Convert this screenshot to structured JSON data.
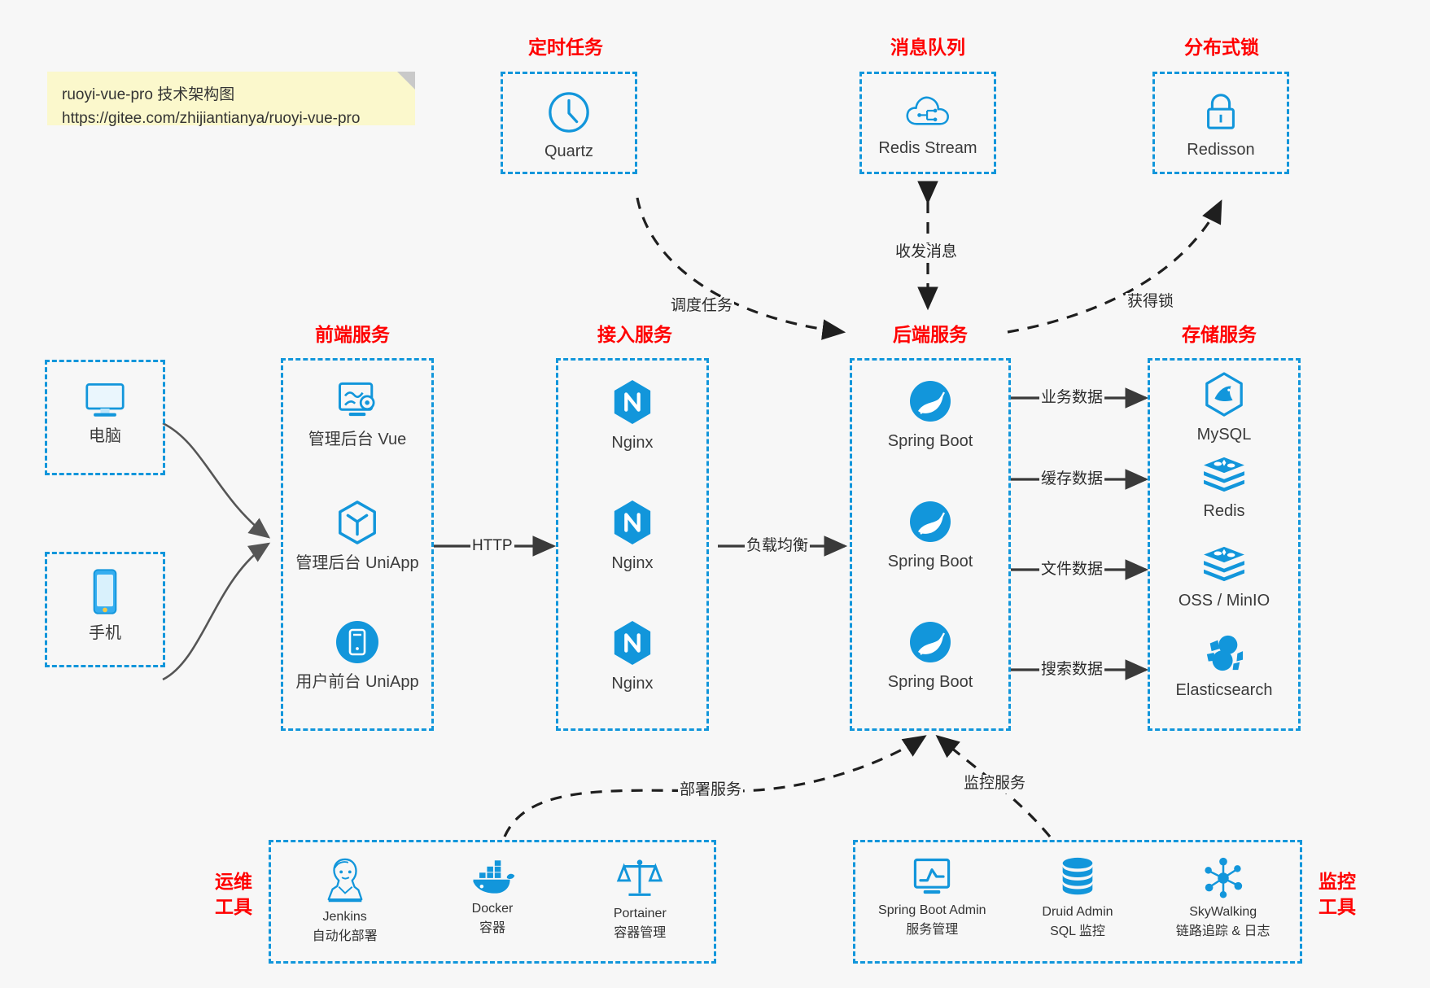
{
  "note": {
    "line1": "ruoyi-vue-pro 技术架构图",
    "line2": "https://gitee.com/zhijiantianya/ruoyi-vue-pro"
  },
  "colors": {
    "brand_blue": "#1296db",
    "group_red": "#ff0000",
    "text": "#333333",
    "background": "#f7f7f7",
    "wire": "#4d4d4d",
    "note_bg": "#fbf8cc"
  },
  "groups": {
    "scheduled_task": {
      "title": "定时任务",
      "nodes": [
        {
          "icon": "clock-icon",
          "label": "Quartz"
        }
      ]
    },
    "message_queue": {
      "title": "消息队列",
      "nodes": [
        {
          "icon": "cloud-stream-icon",
          "label": "Redis Stream"
        }
      ]
    },
    "distributed_lock": {
      "title": "分布式锁",
      "nodes": [
        {
          "icon": "lock-icon",
          "label": "Redisson"
        }
      ]
    },
    "clients": {
      "nodes": [
        {
          "icon": "desktop-icon",
          "label": "电脑"
        },
        {
          "icon": "mobile-icon",
          "label": "手机"
        }
      ]
    },
    "frontend": {
      "title": "前端服务",
      "nodes": [
        {
          "icon": "dashboard-icon",
          "label": "管理后台 Vue"
        },
        {
          "icon": "cube-icon",
          "label": "管理后台 UniApp"
        },
        {
          "icon": "app-icon",
          "label": "用户前台 UniApp"
        }
      ]
    },
    "gateway": {
      "title": "接入服务",
      "nodes": [
        {
          "icon": "nginx-icon",
          "label": "Nginx"
        },
        {
          "icon": "nginx-icon",
          "label": "Nginx"
        },
        {
          "icon": "nginx-icon",
          "label": "Nginx"
        }
      ]
    },
    "backend": {
      "title": "后端服务",
      "nodes": [
        {
          "icon": "spring-boot-icon",
          "label": "Spring Boot"
        },
        {
          "icon": "spring-boot-icon",
          "label": "Spring Boot"
        },
        {
          "icon": "spring-boot-icon",
          "label": "Spring Boot"
        }
      ]
    },
    "storage": {
      "title": "存储服务",
      "nodes": [
        {
          "icon": "mysql-icon",
          "label": "MySQL"
        },
        {
          "icon": "redis-icon",
          "label": "Redis"
        },
        {
          "icon": "redis-icon",
          "label": "OSS / MinIO"
        },
        {
          "icon": "elasticsearch-icon",
          "label": "Elasticsearch"
        }
      ]
    },
    "devops": {
      "title": "运维\n工具",
      "title_line1": "运维",
      "title_line2": "工具",
      "nodes": [
        {
          "icon": "jenkins-icon",
          "label": "Jenkins",
          "sublabel": "自动化部署"
        },
        {
          "icon": "docker-icon",
          "label": "Docker",
          "sublabel": "容器"
        },
        {
          "icon": "portainer-icon",
          "label": "Portainer",
          "sublabel": "容器管理"
        }
      ]
    },
    "monitoring": {
      "title_line1": "监控",
      "title_line2": "工具",
      "nodes": [
        {
          "icon": "monitor-chart-icon",
          "label": "Spring Boot Admin",
          "sublabel": "服务管理"
        },
        {
          "icon": "database-icon",
          "label": "Druid Admin",
          "sublabel": "SQL 监控"
        },
        {
          "icon": "skywalking-icon",
          "label": "SkyWalking",
          "sublabel": "链路追踪 & 日志"
        }
      ]
    }
  },
  "edges": [
    {
      "name": "frontend-to-gateway",
      "label": "HTTP"
    },
    {
      "name": "gateway-to-backend",
      "label": "负载均衡"
    },
    {
      "name": "quartz-to-backend",
      "label": "调度任务"
    },
    {
      "name": "mq-to-backend",
      "label": "收发消息"
    },
    {
      "name": "backend-to-redisson",
      "label": "获得锁"
    },
    {
      "name": "backend-to-mysql",
      "label": "业务数据"
    },
    {
      "name": "backend-to-redis",
      "label": "缓存数据"
    },
    {
      "name": "backend-to-oss",
      "label": "文件数据"
    },
    {
      "name": "backend-to-es",
      "label": "搜索数据"
    },
    {
      "name": "devops-to-backend",
      "label": "部署服务"
    },
    {
      "name": "monitoring-to-backend",
      "label": "监控服务"
    }
  ]
}
